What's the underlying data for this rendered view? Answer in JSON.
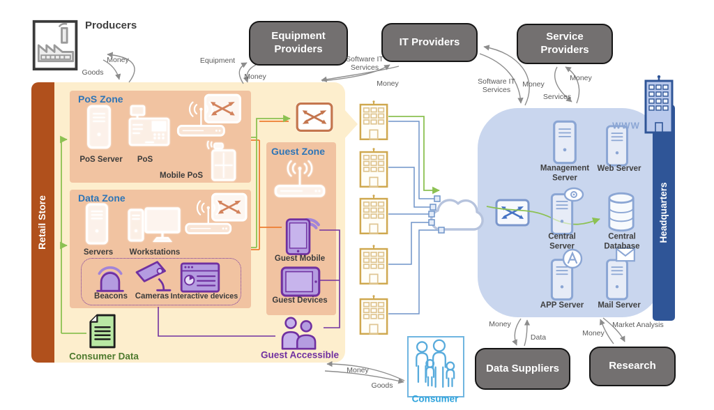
{
  "colors": {
    "provider_box_bg": "#737070",
    "provider_box_border": "#151515",
    "provider_box_text": "#ffffff",
    "retail_bar": "#b0501c",
    "retail_bg": "#fdeecd",
    "zone_bg": "#f1c3a1",
    "zone_title_blue": "#2e75b6",
    "hq_bg": "#c9d6ee",
    "hq_bar": "#2f5597",
    "purple": "#7030a0",
    "purple_fill": "#b49ce0",
    "green_line": "#8cc152",
    "orange_line": "#ed7d31",
    "blue_line": "#6f94c9",
    "consumer_blue": "#2ea3dc",
    "consumer_data_green": "#4e7a2e",
    "building_yellow": "#cfa84f",
    "arrow_gray": "#8c8c8c"
  },
  "producers": {
    "label": "Producers"
  },
  "providers": {
    "equipment": "Equipment Providers",
    "it": "IT Providers",
    "service": "Service Providers"
  },
  "suppliers": {
    "data": "Data Suppliers",
    "research": "Research"
  },
  "retail_store": {
    "title": "Retail Store",
    "pos_zone": {
      "title": "PoS Zone",
      "pos_server": "PoS Server",
      "pos": "PoS",
      "mobile_pos": "Mobile PoS"
    },
    "data_zone": {
      "title": "Data Zone",
      "servers": "Servers",
      "workstations": "Workstations",
      "beacons": "Beacons",
      "cameras": "Cameras",
      "interactive_devices": "Interactive devices"
    },
    "guest_zone": {
      "title": "Guest Zone",
      "guest_mobile": "Guest Mobile",
      "guest_devices": "Guest Devices"
    },
    "consumer_data": "Consumer Data",
    "guest_accessible": "Guest Accessible"
  },
  "headquarters": {
    "title": "Headquarters",
    "www": "WWW",
    "management_server": "Management Server",
    "web_server": "Web Server",
    "central_server": "Central Server",
    "central_database": "Central Database",
    "app_server": "APP Server",
    "mail_server": "Mail Server"
  },
  "consumer": {
    "label": "Consumer"
  },
  "flows": {
    "producers_money": "Money",
    "producers_goods": "Goods",
    "equipment": "Equipment",
    "equipment_money": "Money",
    "it_retail_software": "Software IT Services",
    "it_retail_money": "Money",
    "it_hq_software": "Software IT Services",
    "it_hq_money": "Money",
    "service_money": "Money",
    "service_services": "Services",
    "datasuppliers_money": "Money",
    "datasuppliers_data": "Data",
    "research_money": "Money",
    "research_market_analysis": "Market Analysis",
    "consumer_money": "Money",
    "consumer_goods": "Goods"
  }
}
